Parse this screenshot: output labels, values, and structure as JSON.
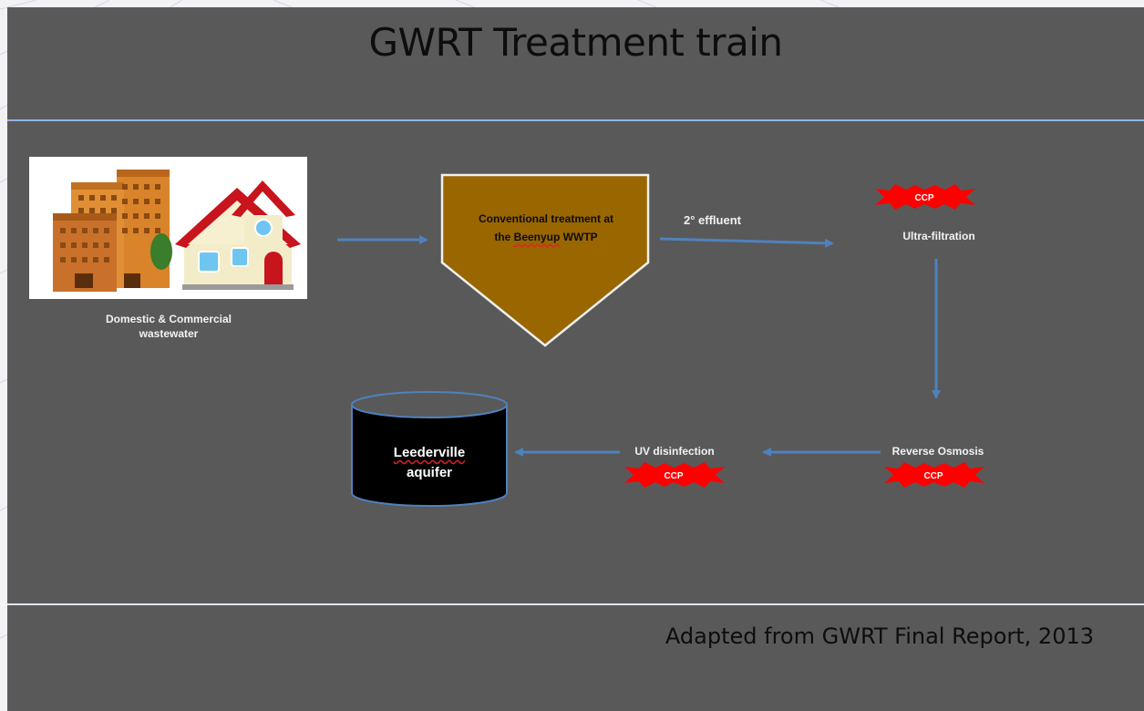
{
  "title": "GWRT Treatment train",
  "footer": "Adapted from GWRT Final Report, 2013",
  "source": {
    "label_line1": "Domestic & Commercial",
    "label_line2": "wastewater",
    "image": "buildings-and-house-clipart"
  },
  "conventional": {
    "line1": "Conventional treatment at",
    "line2_prefix": "the ",
    "line2_underlined": "Beenyup",
    "line2_suffix": " WWTP",
    "fill_color": "#996600"
  },
  "effluent_label": "2° effluent",
  "steps": {
    "ultrafiltration": "Ultra-filtration",
    "reverse_osmosis": "Reverse Osmosis",
    "uv_disinfection": "UV disinfection"
  },
  "ccp_label": "CCP",
  "ccp_color": "#ff0000",
  "aquifer": {
    "line1": "Leederville",
    "line2": "aquifer",
    "fill_color": "#000000",
    "top_color": "#595959"
  },
  "arrow_color": "#4f81bd",
  "divider_color": "#8eb4e3"
}
